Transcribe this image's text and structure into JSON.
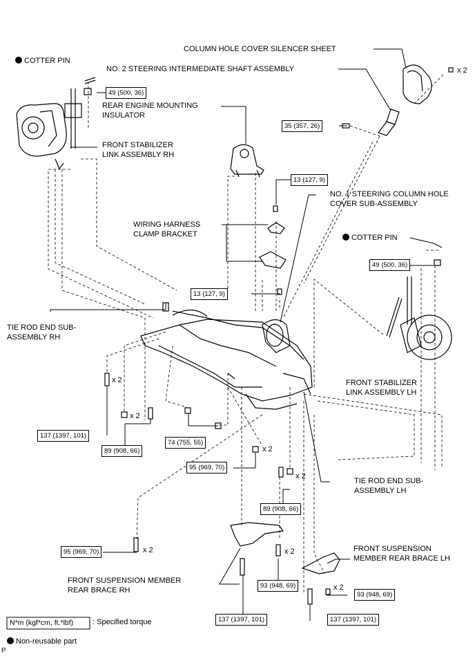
{
  "parts": {
    "cotter_pin_rh": "COTTER PIN",
    "cotter_pin_lh": "COTTER PIN",
    "column_hole_cover_silencer": "COLUMN HOLE COVER SILENCER SHEET",
    "no2_steering_shaft_line1": "NO. 2 STEERING INTERMEDIATE SHAFT ASSEMBLY",
    "rear_engine_mount_line1": "REAR ENGINE MOUNTING",
    "rear_engine_mount_line2": "INSULATOR",
    "stabilizer_link_rh_line1": "FRONT STABILIZER",
    "stabilizer_link_rh_line2": "LINK ASSEMBLY RH",
    "no1_column_cover_line1": "NO. 1 STEERING COLUMN HOLE",
    "no1_column_cover_line2": "COVER SUB-ASSEMBLY",
    "wiring_harness_line1": "WIRING HARNESS",
    "wiring_harness_line2": "CLAMP BRACKET",
    "tie_rod_rh_line1": "TIE ROD END SUB-",
    "tie_rod_rh_line2": "ASSEMBLY RH",
    "stabilizer_link_lh_line1": "FRONT STABILIZER",
    "stabilizer_link_lh_line2": "LINK ASSEMBLY LH",
    "tie_rod_lh_line1": "TIE ROD END SUB-",
    "tie_rod_lh_line2": "ASSEMBLY LH",
    "rear_brace_lh_line1": "FRONT SUSPENSION",
    "rear_brace_lh_line2": "MEMBER REAR BRACE LH",
    "rear_brace_rh_line1": "FRONT SUSPENSION MEMBER",
    "rear_brace_rh_line2": "REAR BRACE RH"
  },
  "torques": {
    "t_49_rh": "49 (500, 36)",
    "t_35": "35 (357, 26)",
    "t_13_upper": "13 (127, 9)",
    "t_49_lh": "49 (500, 36)",
    "t_13_lower": "13 (127, 9)",
    "t_137_left": "137 (1397, 101)",
    "t_89_left": "89 (908, 66)",
    "t_74": "74 (755, 55)",
    "t_95_center": "95 (969, 70)",
    "t_89_right": "89 (908, 66)",
    "t_95_lower": "95 (969, 70)",
    "t_93_center": "93 (948, 69)",
    "t_93_right": "93 (948, 69)",
    "t_137_bottom": "137 (1397, 101)",
    "t_137_right": "137 (1397, 101)"
  },
  "multipliers": {
    "m_top_right": "x 2",
    "m_137_left": "x 2",
    "m_89_left": "x 2",
    "m_95_center": "x 2",
    "m_89_right": "x 2",
    "m_95_lower": "x 2",
    "m_93_center": "x 2",
    "m_93_right": "x 2"
  },
  "legend": {
    "torque_unit": "N*m (kgf*cm, ft.*lbf)",
    "torque_desc": ": Specified torque",
    "nonreusable": "Non-reusable part"
  },
  "corner_mark": "P"
}
